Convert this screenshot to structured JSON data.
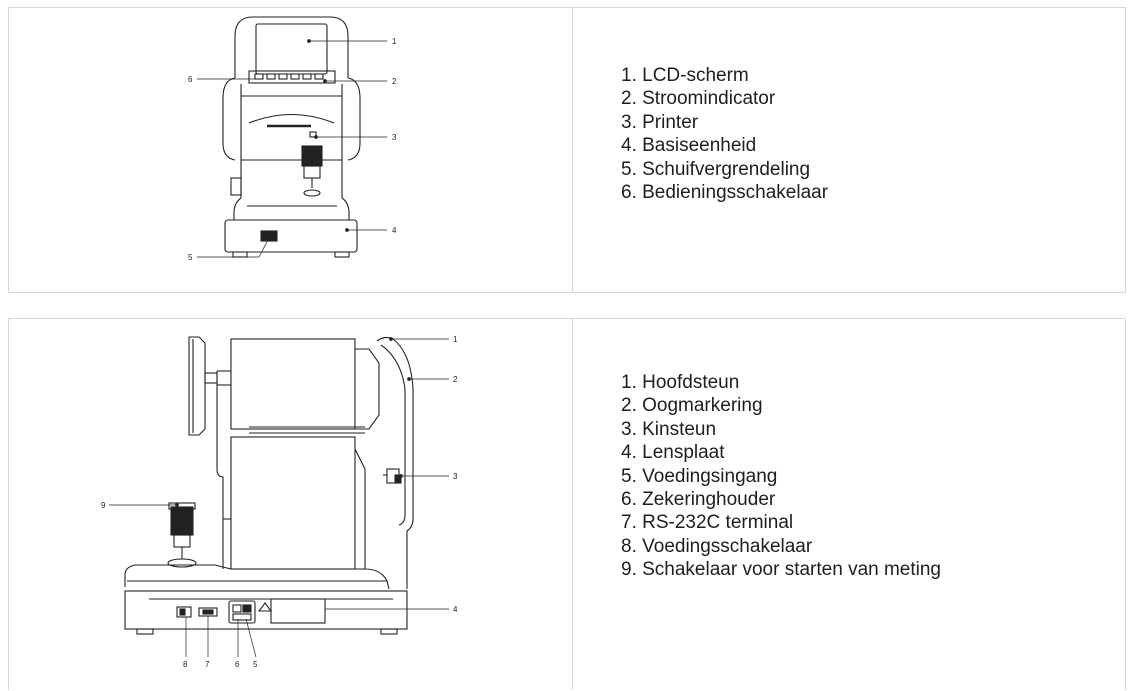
{
  "front_view": {
    "callout_numbers": [
      "1",
      "2",
      "3",
      "4",
      "5",
      "6"
    ],
    "items": [
      "1. LCD-scherm",
      "2. Stroomindicator",
      "3. Printer",
      "4. Basiseenheid",
      "5. Schuifvergrendeling",
      "6. Bedieningsschakelaar"
    ]
  },
  "side_view": {
    "callout_numbers": [
      "1",
      "2",
      "3",
      "4",
      "5",
      "6",
      "7",
      "8",
      "9"
    ],
    "items": [
      "1. Hoofdsteun",
      "2. Oogmarkering",
      "3. Kinsteun",
      "4. Lensplaat",
      "5. Voedingsingang",
      "6. Zekeringhouder",
      "7. RS-232C terminal",
      "8. Voedingsschakelaar",
      "9. Schakelaar voor starten van meting"
    ]
  },
  "colors": {
    "border": "#d6d6d6",
    "line_art": "#222222",
    "text": "#1e1e1e"
  }
}
